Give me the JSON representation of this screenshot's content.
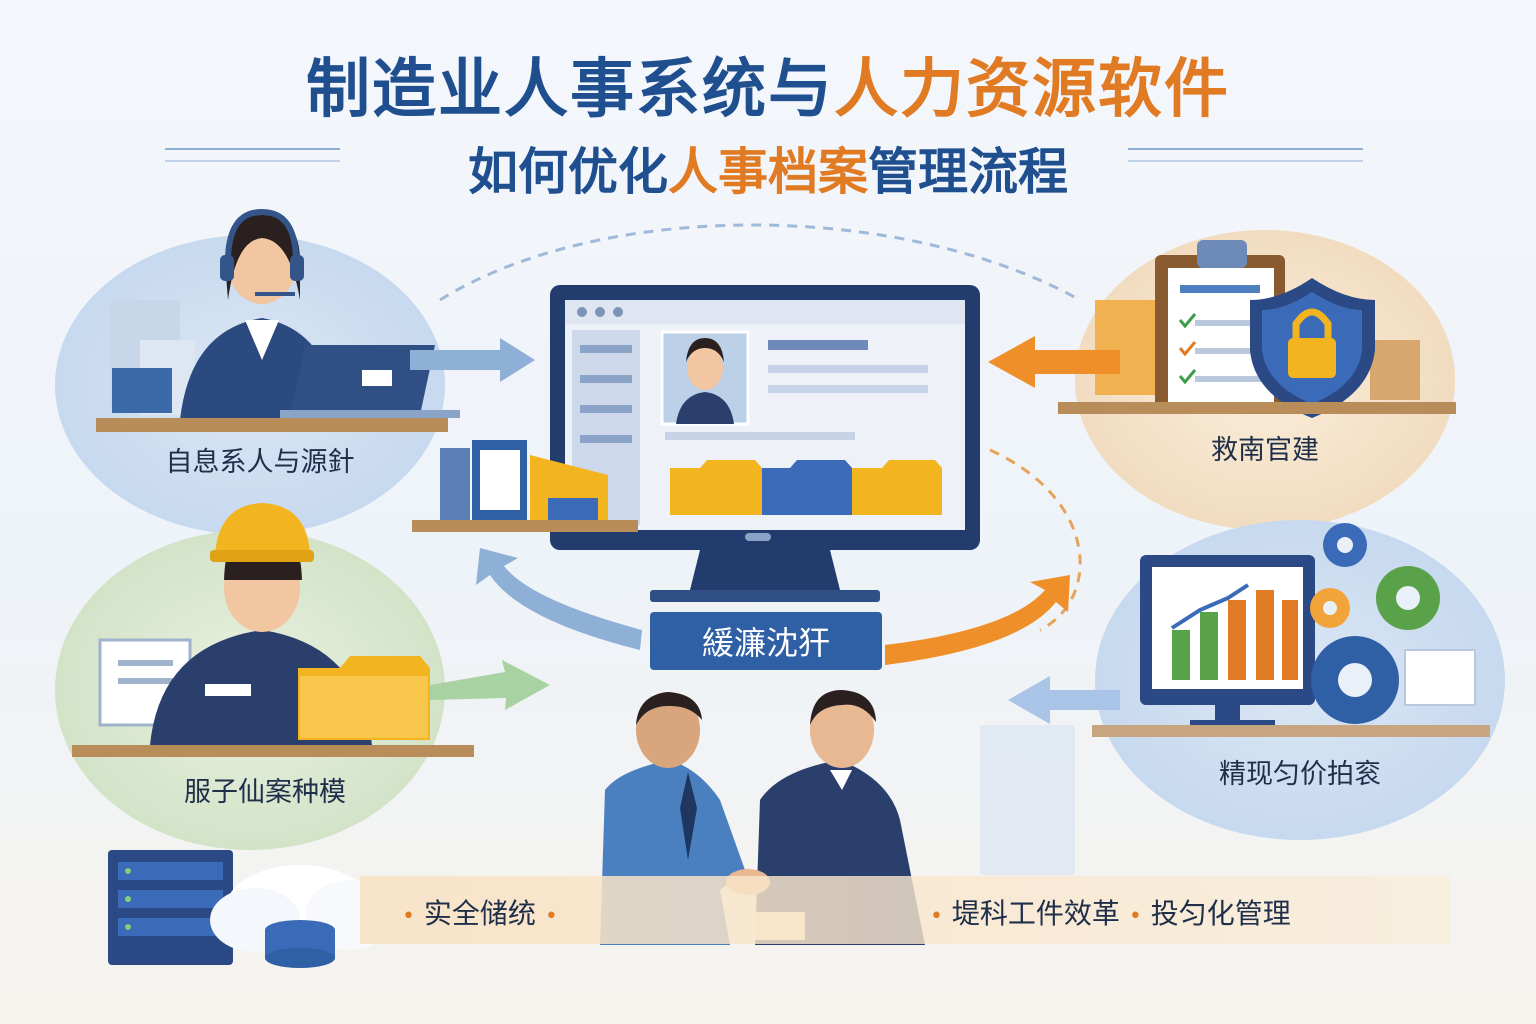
{
  "title": {
    "line1_part1": "制造业人事系统与",
    "line1_part2": "人力资源软件",
    "line2_part1": "如何优化",
    "line2_part2": "人事档案",
    "line2_part3": "管理流程"
  },
  "panels": {
    "top_left_label": "自息系人与源針",
    "mid_left_label": "服子仙案种模",
    "top_right_label": "救南官建",
    "mid_right_label": "精现匀价拍衮"
  },
  "center": {
    "label": "緩濂沈犴"
  },
  "bottom_banner": {
    "item1": "实全储统",
    "item2": "堤科工件效革",
    "item3": "投匀化管理"
  },
  "colors": {
    "blue": "#1f4f8f",
    "orange": "#e07b24",
    "accent_blue": "#2f5fa4"
  }
}
